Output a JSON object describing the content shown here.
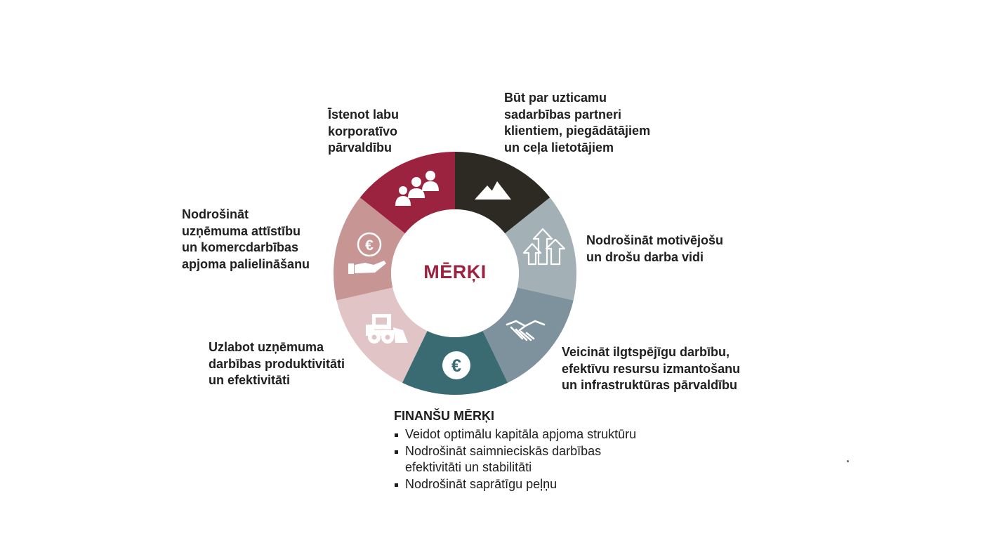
{
  "center_title": "MĒRĶI",
  "segments": [
    {
      "id": "trust",
      "color": "#2c2a22",
      "icon": "mountain-icon",
      "label": "Būt par uzticamu\nsadarbības partneri\nklientiem, piegādātājiem\nun ceļa lietotājiem"
    },
    {
      "id": "work-env",
      "color": "#a3b0b5",
      "icon": "growth-arrows-icon",
      "label": "Nodrošināt motivējošu\nun drošu darba vidi"
    },
    {
      "id": "sustainability",
      "color": "#7d929c",
      "icon": "handshake-icon",
      "label": "Veicināt ilgtspējīgu darbību,\nefektīvu resursu izmantošanu\nun infrastruktūras pārvaldību"
    },
    {
      "id": "finance",
      "color": "#3a6a72",
      "icon": "euro-coin-icon",
      "label": ""
    },
    {
      "id": "productivity",
      "color": "#e1c4c5",
      "icon": "loader-truck-icon",
      "label": "Uzlabot uzņēmuma\ndarbības produktivitāti\nun efektivitāti"
    },
    {
      "id": "growth",
      "color": "#c89595",
      "icon": "euro-hand-icon",
      "label": "Nodrošināt\nuzņēmuma attīstību\nun komercdarbības\napjoma palielināšanu"
    },
    {
      "id": "governance",
      "color": "#9c2340",
      "icon": "people-group-icon",
      "label": "Īstenot labu\nkorporatīvo\npārvaldību"
    }
  ],
  "financial": {
    "title": "FINANŠU MĒRĶI",
    "items": [
      "Veidot optimālu kapitāla apjoma struktūru",
      "Nodrošināt saimnieciskās darbības\nefektivitāti un stabilitāti",
      "Nodrošināt saprātīgu peļņu"
    ]
  }
}
